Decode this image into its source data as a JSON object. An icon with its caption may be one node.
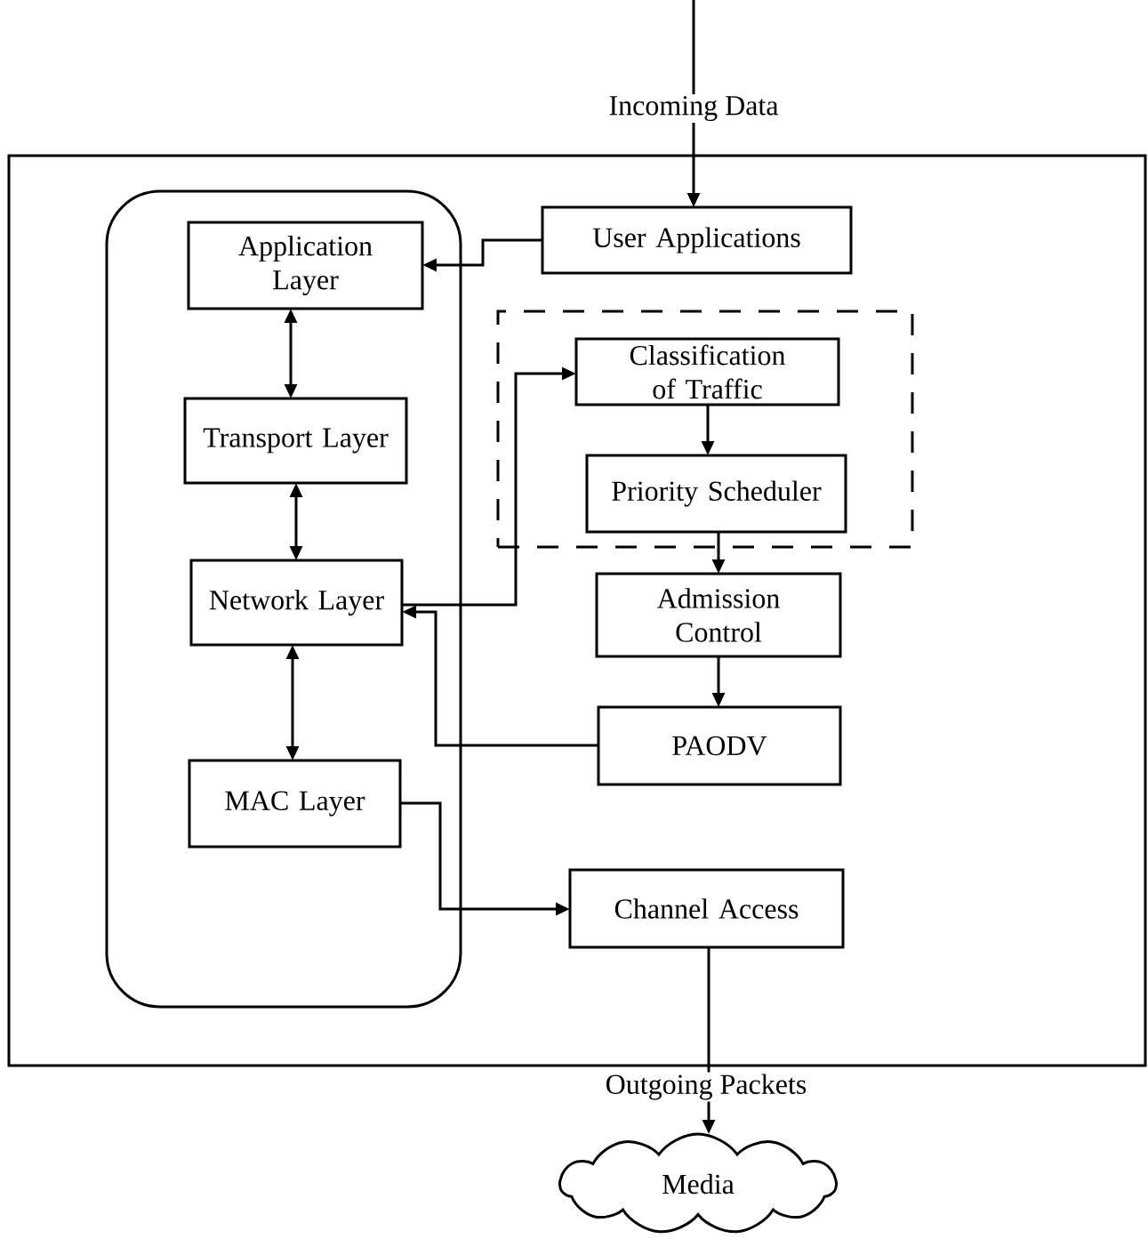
{
  "diagram": {
    "nodes": [
      {
        "text": [],
        "shape": "box"
      },
      {
        "text": [],
        "shape": "box",
        "in": 0
      },
      {
        "text": [
          "Application Layer"
        ],
        "in": 1
      },
      {
        "text": [
          "Transport Layer"
        ],
        "in": 1
      },
      {
        "text": [
          "Network Layer"
        ],
        "in": 1
      },
      {
        "text": [
          "MAC Layer"
        ],
        "in": 1
      },
      {
        "text": [
          "User Applications"
        ],
        "in": 0
      },
      {
        "text": [],
        "shape": "box",
        "in": 0
      },
      {
        "text": [
          "Classification of Traffic"
        ],
        "in": 7
      },
      {
        "text": [
          "Priority Scheduler"
        ],
        "in": 7
      },
      {
        "text": [
          "Admission Control"
        ],
        "in": 0
      },
      {
        "text": [
          "PAODV"
        ],
        "in": 0
      },
      {
        "text": [
          "Channel Access"
        ],
        "in": 0
      },
      {
        "text": [
          "Media"
        ]
      }
    ],
    "edges": [
      {
        "from": null,
        "to": 6,
        "arrow": "to",
        "label": "Incoming Data"
      },
      {
        "from": 6,
        "to": 2,
        "arrow": "to"
      },
      {
        "from": 2,
        "to": 3,
        "arrow": "both"
      },
      {
        "from": 3,
        "to": 4,
        "arrow": "both"
      },
      {
        "from": 4,
        "to": 5,
        "arrow": "both"
      },
      {
        "from": 4,
        "to": 8,
        "arrow": "to"
      },
      {
        "from": 8,
        "to": 9,
        "arrow": "to"
      },
      {
        "from": 9,
        "to": 10,
        "arrow": "to"
      },
      {
        "from": 10,
        "to": 11,
        "arrow": "to"
      },
      {
        "from": 11,
        "to": 4,
        "arrow": "to"
      },
      {
        "from": 5,
        "to": 12,
        "arrow": "to"
      },
      {
        "from": 12,
        "to": 13,
        "arrow": "to",
        "label": "Outgoing Packets"
      }
    ]
  }
}
